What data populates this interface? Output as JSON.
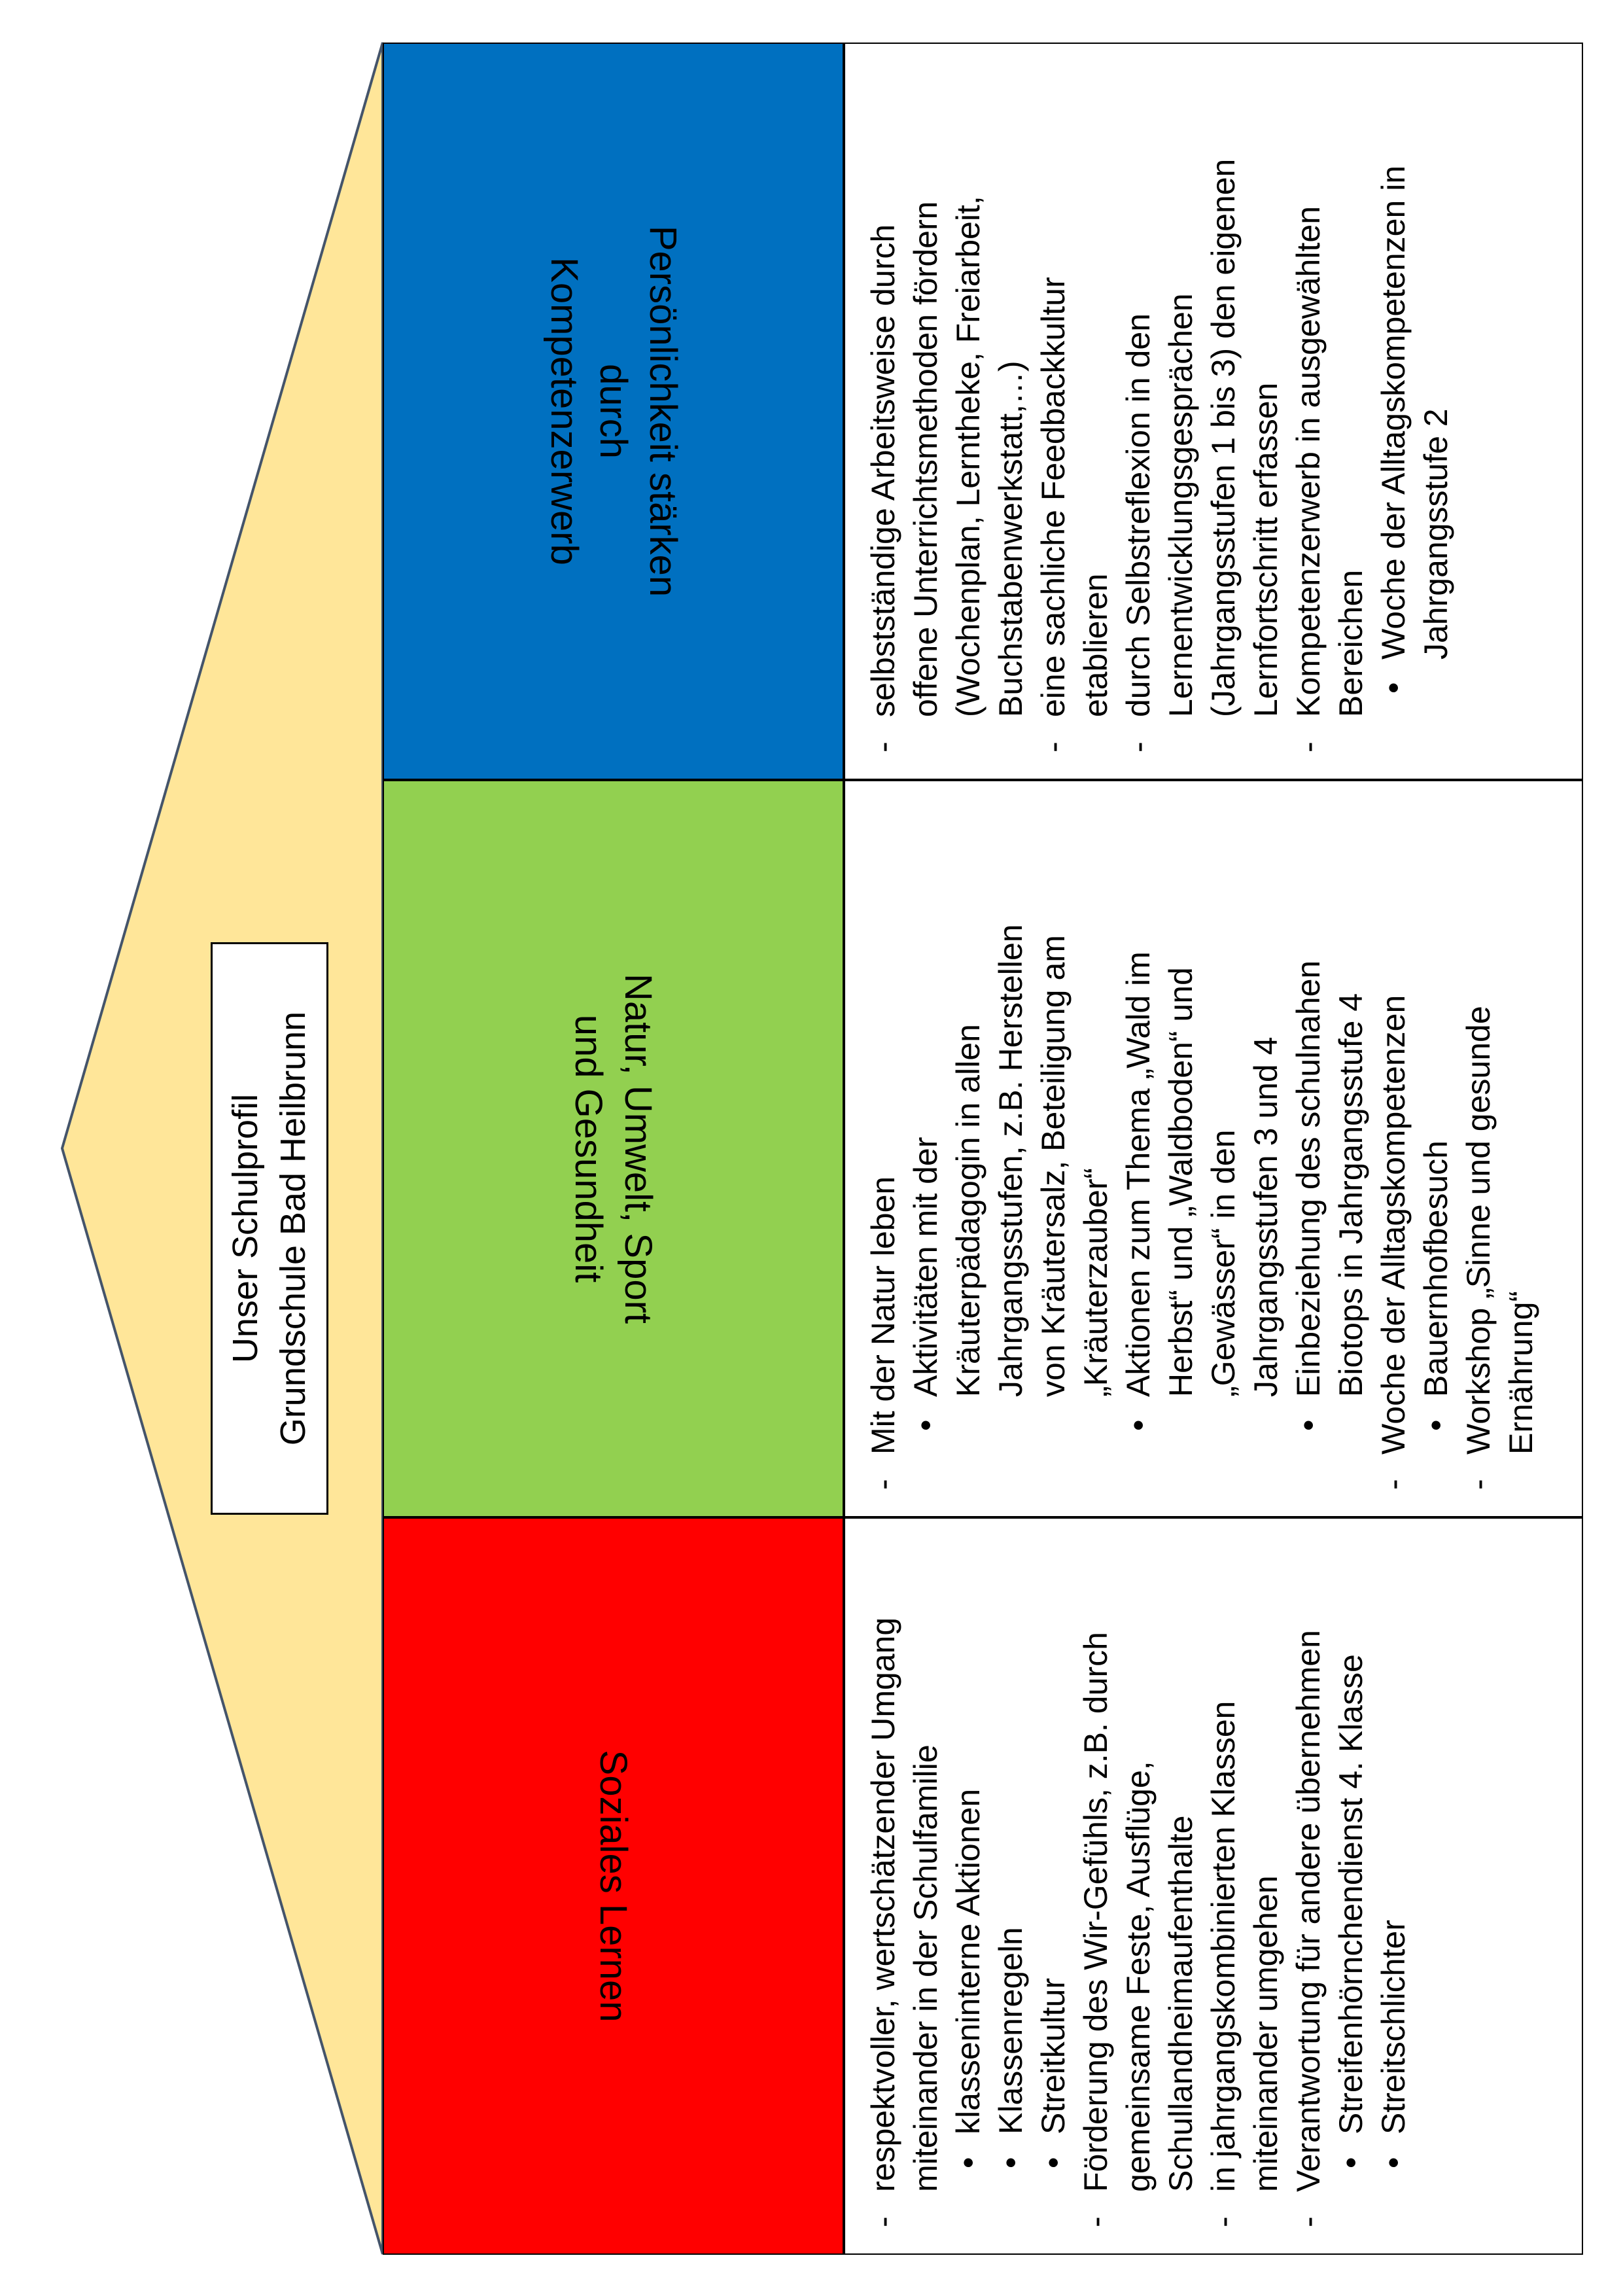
{
  "document": {
    "page_bg": "#ffffff",
    "roof": {
      "fill": "#FFE699",
      "stroke": "#44546A"
    },
    "title_box": {
      "lines": [
        "Unser Schulprofil",
        "Grundschule Bad Heilbrunn"
      ]
    },
    "markers": {
      "level1": "-",
      "level2": "•"
    },
    "sections": [
      {
        "id": "persoenlichkeit-staerken",
        "color": "#0070C0",
        "header_lines": [
          "Persönlichkeit stärken",
          "durch",
          "Kompetenzerwerb"
        ],
        "items": [
          {
            "level": 1,
            "text": "selbstständige Arbeitsweise durch offene Unterrichtsmethoden fördern (Wochenplan, Lerntheke, Freiarbeit, Buchstabenwerkstatt,…)"
          },
          {
            "level": 1,
            "text": "eine sachliche Feedbackkultur etablieren"
          },
          {
            "level": 1,
            "text": "durch Selbstreflexion in den Lernentwicklungsgesprächen (Jahrgangsstufen 1 bis 3) den eigenen Lernfortschritt erfassen"
          },
          {
            "level": 1,
            "text": "Kompetenzerwerb in ausgewählten Bereichen"
          },
          {
            "level": 2,
            "text": "Woche der Alltagskompetenzen in Jahrgangsstufe 2"
          }
        ]
      },
      {
        "id": "natur-umwelt-sport",
        "color": "#92D050",
        "header_lines": [
          "Natur, Umwelt, Sport",
          "und Gesundheit"
        ],
        "items": [
          {
            "level": 1,
            "text": "Mit der Natur leben"
          },
          {
            "level": 2,
            "text": "Aktivitäten mit der Kräuterpädagogin in allen Jahrgangsstufen, z.B. Herstellen von Kräutersalz, Beteiligung am „Kräuterzauber“"
          },
          {
            "level": 2,
            "text": "Aktionen zum Thema „Wald im Herbst“ und „Waldboden“ und „Gewässer“ in den Jahrgangsstufen 3 und 4"
          },
          {
            "level": 2,
            "text": "Einbeziehung des schulnahen Biotops in Jahrgangsstufe 4"
          },
          {
            "level": 1,
            "text": "Woche der Alltagskompetenzen"
          },
          {
            "level": 2,
            "text": "Bauernhofbesuch"
          },
          {
            "level": 1,
            "text": "Workshop „Sinne und gesunde Ernährung“"
          }
        ]
      },
      {
        "id": "soziales-lernen",
        "color": "#FF0000",
        "header_lines": [
          "Soziales Lernen"
        ],
        "items": [
          {
            "level": 1,
            "text": "respektvoller, wertschätzender Umgang miteinander in der Schulfamilie"
          },
          {
            "level": 2,
            "text": "klasseninterne Aktionen"
          },
          {
            "level": 2,
            "text": "Klassenregeln"
          },
          {
            "level": 2,
            "text": "Streitkultur"
          },
          {
            "level": 1,
            "text": "Förderung des Wir-Gefühls, z.B. durch gemeinsame Feste, Ausflüge, Schullandheimaufenthalte"
          },
          {
            "level": 1,
            "text": "in jahrgangskombinierten Klassen miteinander umgehen"
          },
          {
            "level": 1,
            "text": "Verantwortung für andere übernehmen"
          },
          {
            "level": 2,
            "text": "Streifenhörnchendienst 4. Klasse"
          },
          {
            "level": 2,
            "text": "Streitschlichter"
          }
        ]
      }
    ]
  }
}
